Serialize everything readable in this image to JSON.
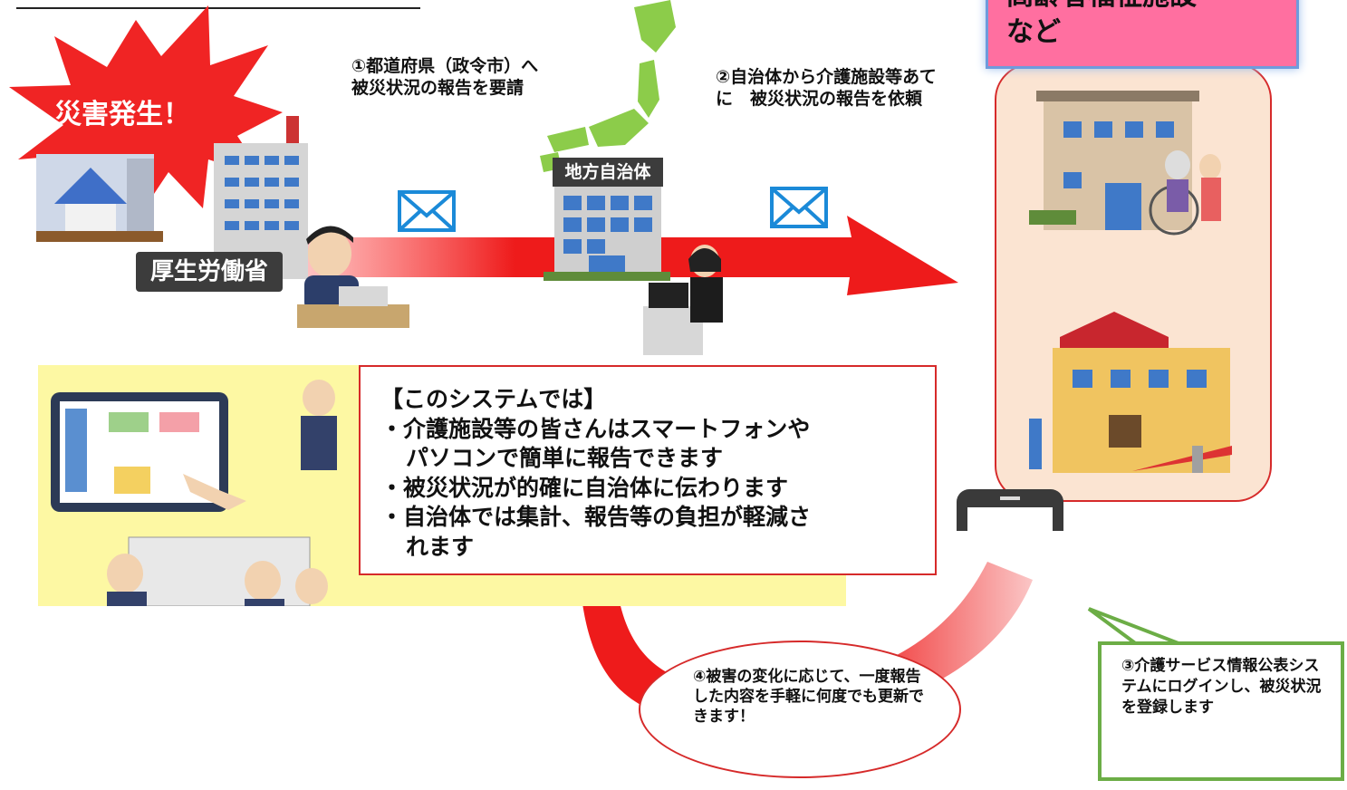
{
  "burst": {
    "label": "災害発生！"
  },
  "steps": {
    "step1": "①都道府県（政令市）へ被災状況の報告を要請",
    "step2": "②自治体から介護施設等あてに　被災状況の報告を依頼",
    "step3": "③介護サービス情報公表システムにログインし、被災状況を登録します",
    "step4": "④被害の変化に応じて、一度報告した内容を手軽に何度でも更新できます！"
  },
  "labels": {
    "mhlw": "厚生労働省",
    "local_gov": "地方自治体",
    "facility_header_cut": "高齢者福祉施設",
    "facility_header_rest": "など"
  },
  "system": {
    "heading": "【このシステムでは】",
    "bullet1_line1": "・介護施設等の皆さんはスマートフォンや",
    "bullet1_line2": "パソコンで簡単に報告できます",
    "bullet2": "・被災状況が的確に自治体に伝わります",
    "bullet3_line1": "・自治体では集計、報告等の負担が軽減さ",
    "bullet3_line2": "れます"
  },
  "colors": {
    "arrow_red": "#ee1b1b",
    "burst_red": "#f02424",
    "facility_pink": "#ff6fa0",
    "panel_yellow": "#fdf8a3",
    "callout_green": "#6cad46",
    "border_red": "#d62a2a"
  },
  "icons": [
    "envelope-icon",
    "envelope-icon",
    "japan-map-icon",
    "building-icon",
    "person-at-laptop-icon",
    "house-disaster-icon",
    "nursing-home-icon",
    "kindergarten-icon",
    "tablet-icon",
    "smartphone-icon",
    "meeting-people-icon"
  ]
}
